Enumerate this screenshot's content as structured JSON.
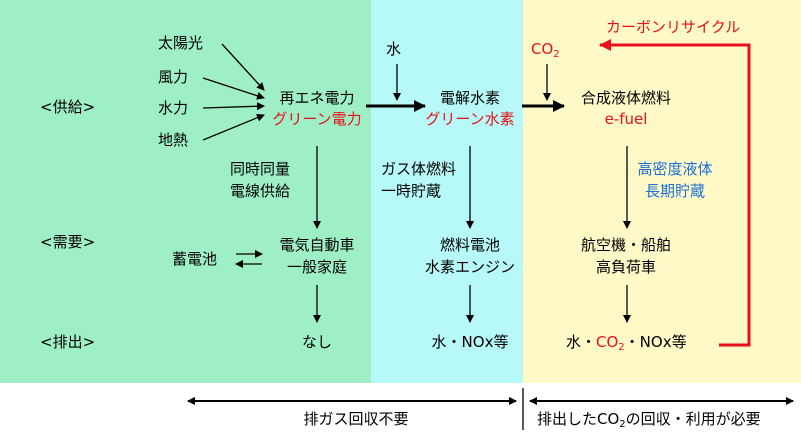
{
  "row_labels": {
    "supply": "<供給>",
    "demand": "<需要>",
    "emission": "<排出>"
  },
  "green": {
    "sources": [
      "太陽光",
      "風力",
      "水力",
      "地熱"
    ],
    "supply_line1": "再エネ電力",
    "supply_line2": "グリーン電力",
    "transfer_line1": "同時同量",
    "transfer_line2": "電線供給",
    "battery": "蓄電池",
    "demand_line1": "電気自動車",
    "demand_line2": "一般家庭",
    "emission": "なし"
  },
  "cyan": {
    "water": "水",
    "supply_line1": "電解水素",
    "supply_line2": "グリーン水素",
    "transfer_line1": "ガス体燃料",
    "transfer_line2": "一時貯蔵",
    "demand_line1": "燃料電池",
    "demand_line2": "水素エンジン",
    "emission": "水・NOx等"
  },
  "yellow": {
    "recycle_label": "カーボンリサイクル",
    "co2_base": "CO",
    "co2_sub": "2",
    "supply_line1": "合成液体燃料",
    "supply_line2": "e-fuel",
    "transfer_line1": "高密度液体",
    "transfer_line2": "長期貯蔵",
    "demand_line1": "航空機・船舶",
    "demand_line2": "高負荷車",
    "emission_pre": "水・",
    "emission_co2_base": "CO",
    "emission_co2_sub": "2",
    "emission_post": "・NOx等"
  },
  "bottom": {
    "left_label": "排ガス回収不要",
    "right_pre": "排出したCO",
    "right_sub": "2",
    "right_post": "の回収・利用が必要"
  },
  "colors": {
    "green_panel": "#9fefc6",
    "cyan_panel": "#b7f8f8",
    "yellow_panel": "#fff9c8",
    "accent_red": "#e8101a",
    "accent_blue": "#1a6fd8"
  }
}
